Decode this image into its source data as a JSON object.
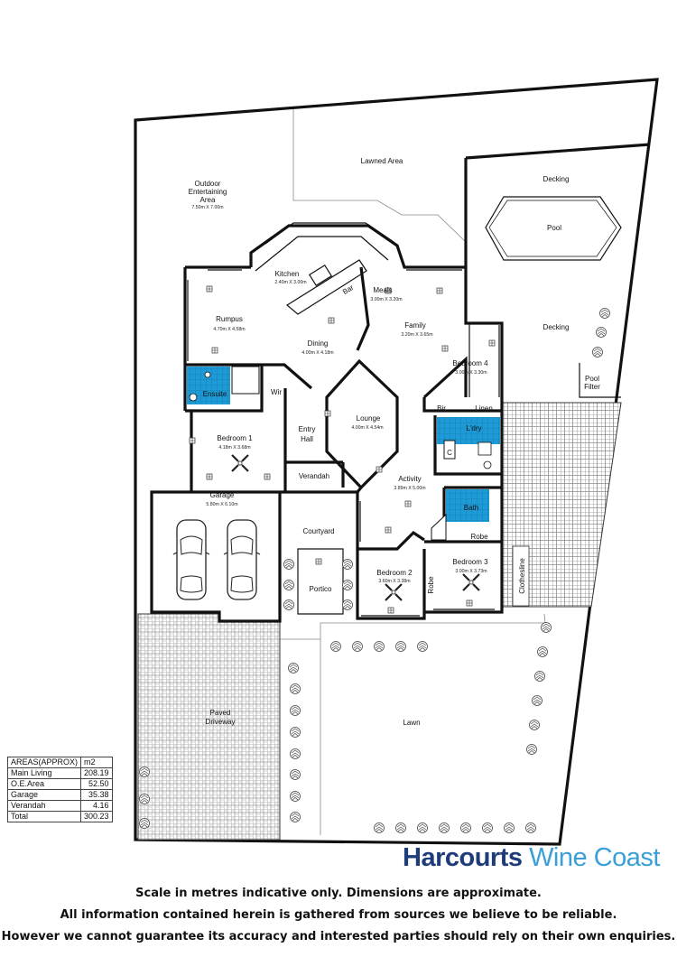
{
  "rooms": {
    "lawned_area": {
      "name": "Lawned Area"
    },
    "outdoor": {
      "name": "Outdoor Entertaining Area",
      "line1": "Outdoor",
      "line2": "Entertaining",
      "line3": "Area",
      "dims": "7.50m X 7.00m"
    },
    "decking_top": {
      "name": "Decking"
    },
    "pool": {
      "name": "Pool"
    },
    "decking_side": {
      "name": "Decking"
    },
    "pool_filter": {
      "line1": "Pool",
      "line2": "Filter"
    },
    "kitchen": {
      "name": "Kitchen",
      "dims": "2.40m X 3.00m"
    },
    "bar": {
      "name": "Bar"
    },
    "meals": {
      "name": "Meals",
      "dims": "3.00m X 3.20m"
    },
    "family": {
      "name": "Family",
      "dims": "3.20m X 3.65m"
    },
    "rumpus": {
      "name": "Rumpus",
      "dims": "4.70m X 4.58m"
    },
    "dining": {
      "name": "Dining",
      "dims": "4.00m X 4.18m"
    },
    "bedroom4": {
      "name": "Bedroom 4",
      "dims": "3.00m X 3.30m"
    },
    "ensuite": {
      "name": "Ensuite"
    },
    "wir": {
      "name": "Wir"
    },
    "bir": {
      "name": "Bir"
    },
    "linen": {
      "name": "Linen"
    },
    "laundry": {
      "name": "L'dry"
    },
    "c": {
      "name": "C"
    },
    "entry_hall": {
      "line1": "Entry",
      "line2": "Hall"
    },
    "lounge": {
      "name": "Lounge",
      "dims": "4.00m X 4.54m"
    },
    "bedroom1": {
      "name": "Bedroom 1",
      "dims": "4.18m X 3.68m"
    },
    "verandah": {
      "name": "Verandah"
    },
    "activity": {
      "name": "Activity",
      "dims": "3.89m X 5.00m"
    },
    "bath": {
      "name": "Bath"
    },
    "garage": {
      "name": "Garage",
      "dims": "5.80m X 6.10m"
    },
    "courtyard": {
      "name": "Courtyard"
    },
    "robe1": {
      "name": "Robe"
    },
    "robe2": {
      "name": "Robe"
    },
    "bedroom2": {
      "name": "Bedroom 2",
      "dims": "3.60m X 3.38m"
    },
    "bedroom3": {
      "name": "Bedroom 3",
      "dims": "3.00m X 3.73m"
    },
    "portico": {
      "name": "Portico"
    },
    "clothesline": {
      "name": "Clothesline"
    },
    "paved_driveway": {
      "line1": "Paved",
      "line2": "Driveway"
    },
    "lawn": {
      "name": "Lawn"
    }
  },
  "areas_table": {
    "header_label": "AREAS(APPROX)",
    "header_unit": "m2",
    "rows": [
      {
        "label": "Main Living",
        "value": "208.19"
      },
      {
        "label": "O.E.Area",
        "value": "52.50"
      },
      {
        "label": "Garage",
        "value": "35.38"
      },
      {
        "label": "Verandah",
        "value": "4.16"
      },
      {
        "label": "Total",
        "value": "300.23"
      }
    ]
  },
  "branding": {
    "part1": "Harcourts",
    "part2": "Wine Coast"
  },
  "disclaimer": {
    "line1": "Scale in metres indicative only. Dimensions are approximate.",
    "line2": "All information contained herein is gathered from sources we believe to be reliable.",
    "line3": "However we cannot guarantee its accuracy and interested parties should rely on their own enquiries."
  },
  "colors": {
    "wet_area": "#1e9bd6",
    "paving": "#8a8a8a",
    "brand_dark": "#1f3c7a",
    "brand_light": "#3a9fd8"
  }
}
